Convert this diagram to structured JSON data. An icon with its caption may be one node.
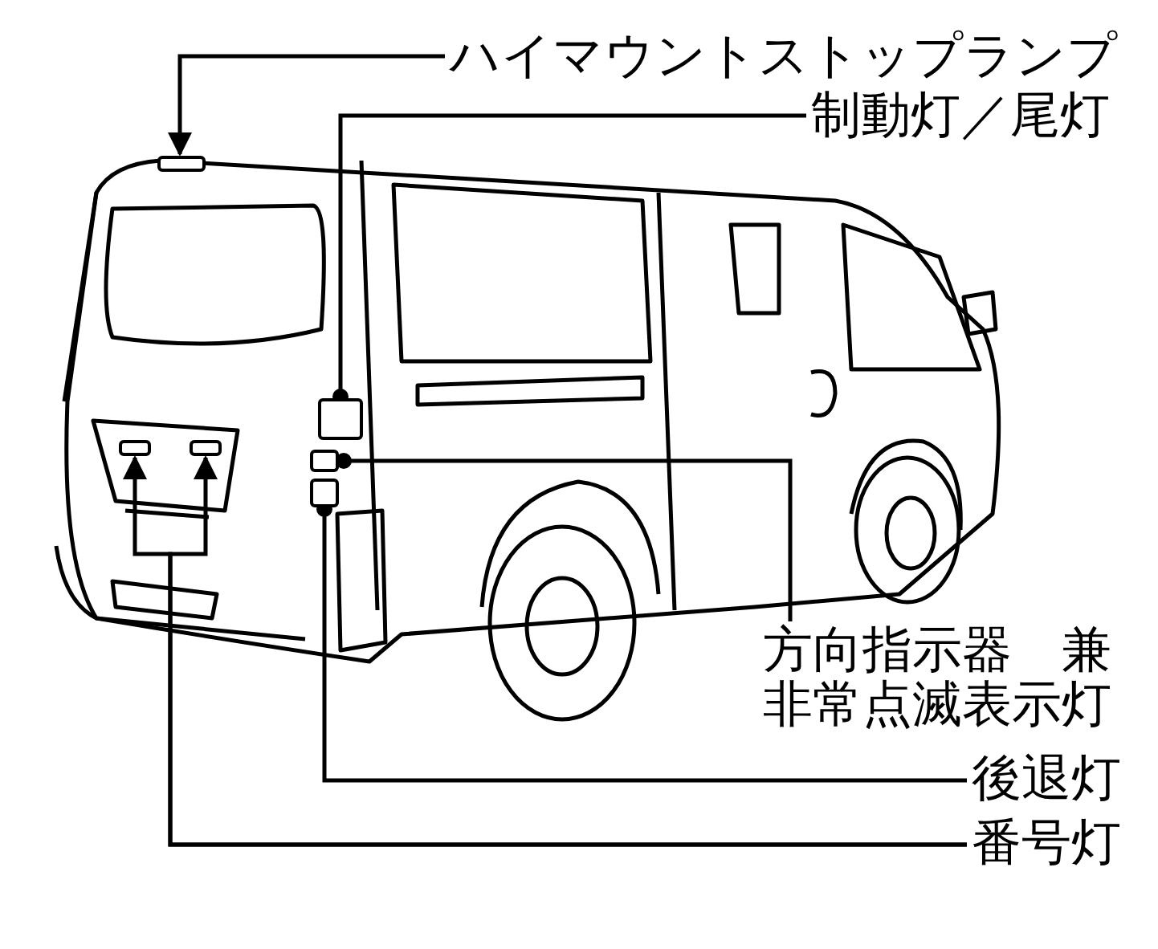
{
  "diagram": {
    "nodes": [
      {
        "text": [
          "ハイマウントストップランプ"
        ]
      },
      {
        "text": [
          "制動灯／尾灯"
        ]
      },
      {
        "text": [
          "方向指示器　兼非常点滅表示灯"
        ]
      },
      {
        "text": [
          "後退灯"
        ]
      },
      {
        "text": [
          "番号灯"
        ]
      },
      {
        "text": [],
        "shape": "box"
      },
      {
        "text": [],
        "shape": "box"
      },
      {
        "text": [],
        "shape": "box"
      },
      {
        "text": [],
        "shape": "box"
      },
      {
        "text": [],
        "shape": "box"
      },
      {
        "text": [],
        "shape": "box"
      }
    ],
    "edges": [
      {
        "from": 0,
        "to": 5,
        "arrow": "to"
      },
      {
        "from": 1,
        "to": 6,
        "arrow": "other"
      },
      {
        "from": 2,
        "to": 7,
        "arrow": "other"
      },
      {
        "from": 3,
        "to": 8,
        "arrow": "other"
      },
      {
        "from": 4,
        "to": 9,
        "arrow": "to"
      },
      {
        "from": 4,
        "to": 10,
        "arrow": "to"
      }
    ]
  }
}
